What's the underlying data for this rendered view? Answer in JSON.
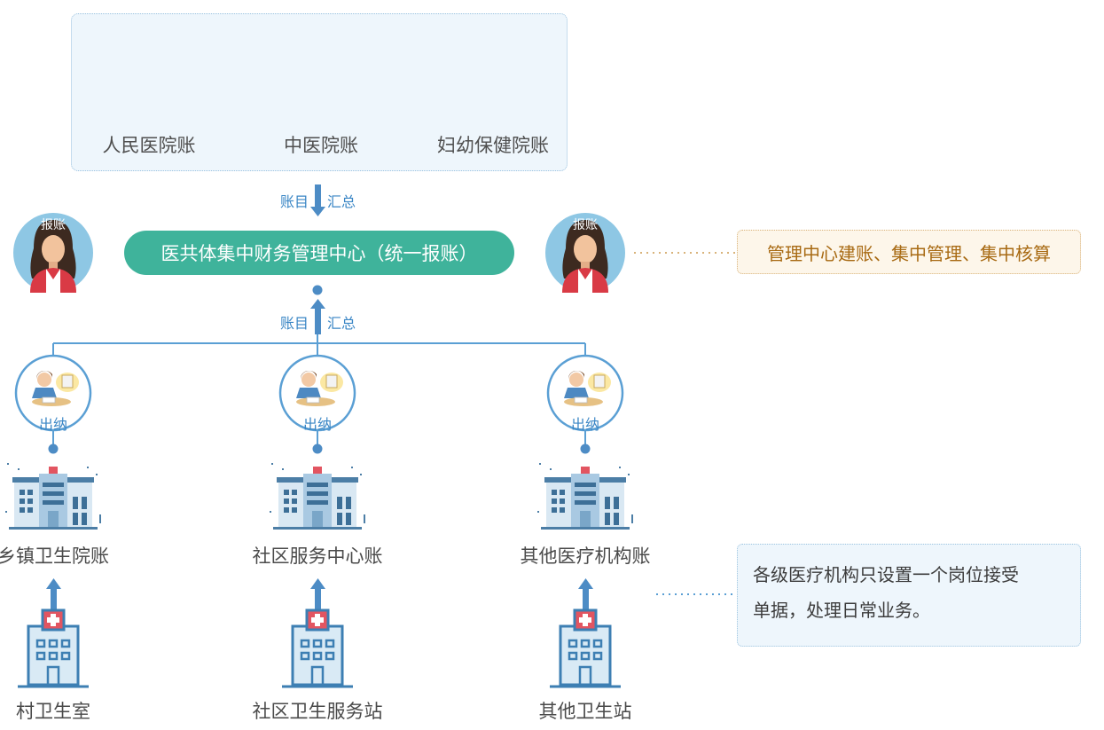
{
  "top_group": {
    "hospitals": [
      {
        "label": "人民医院账",
        "icon": "hospital-building-icon"
      },
      {
        "label": "中医院账",
        "icon": "hospital-building-icon"
      },
      {
        "label": "妇幼保健院账",
        "icon": "hospital-building-icon"
      }
    ]
  },
  "flow_upper": {
    "left": "账目",
    "right": "汇总"
  },
  "flow_lower": {
    "left": "账目",
    "right": "汇总"
  },
  "center": {
    "label": "医共体集中财务管理中心（统一报账）"
  },
  "avatars": {
    "left_label": "报账",
    "right_label": "报账",
    "icon": "female-accountant-avatar-icon"
  },
  "notes": {
    "management": "管理中心建账、集中管理、集中核算",
    "institutions_line1": "各级医疗机构只设置一个岗位接受",
    "institutions_line2": "单据，处理日常业务。"
  },
  "cashiers": [
    {
      "label": "出纳"
    },
    {
      "label": "出纳"
    },
    {
      "label": "出纳"
    }
  ],
  "mid_institutions": [
    {
      "label": "乡镇卫生院账",
      "icon": "clinic-building-icon"
    },
    {
      "label": "社区服务中心账",
      "icon": "clinic-building-icon"
    },
    {
      "label": "其他医疗机构账",
      "icon": "clinic-building-icon"
    }
  ],
  "base_institutions": [
    {
      "label": "村卫生室",
      "icon": "health-station-icon"
    },
    {
      "label": "社区卫生服务站",
      "icon": "health-station-icon"
    },
    {
      "label": "其他卫生站",
      "icon": "health-station-icon"
    }
  ],
  "colors": {
    "accent_green": "#3fb39b",
    "line_blue": "#5a9fd4",
    "text_blue": "#3a86c5",
    "note_orange": "#a86a13"
  }
}
